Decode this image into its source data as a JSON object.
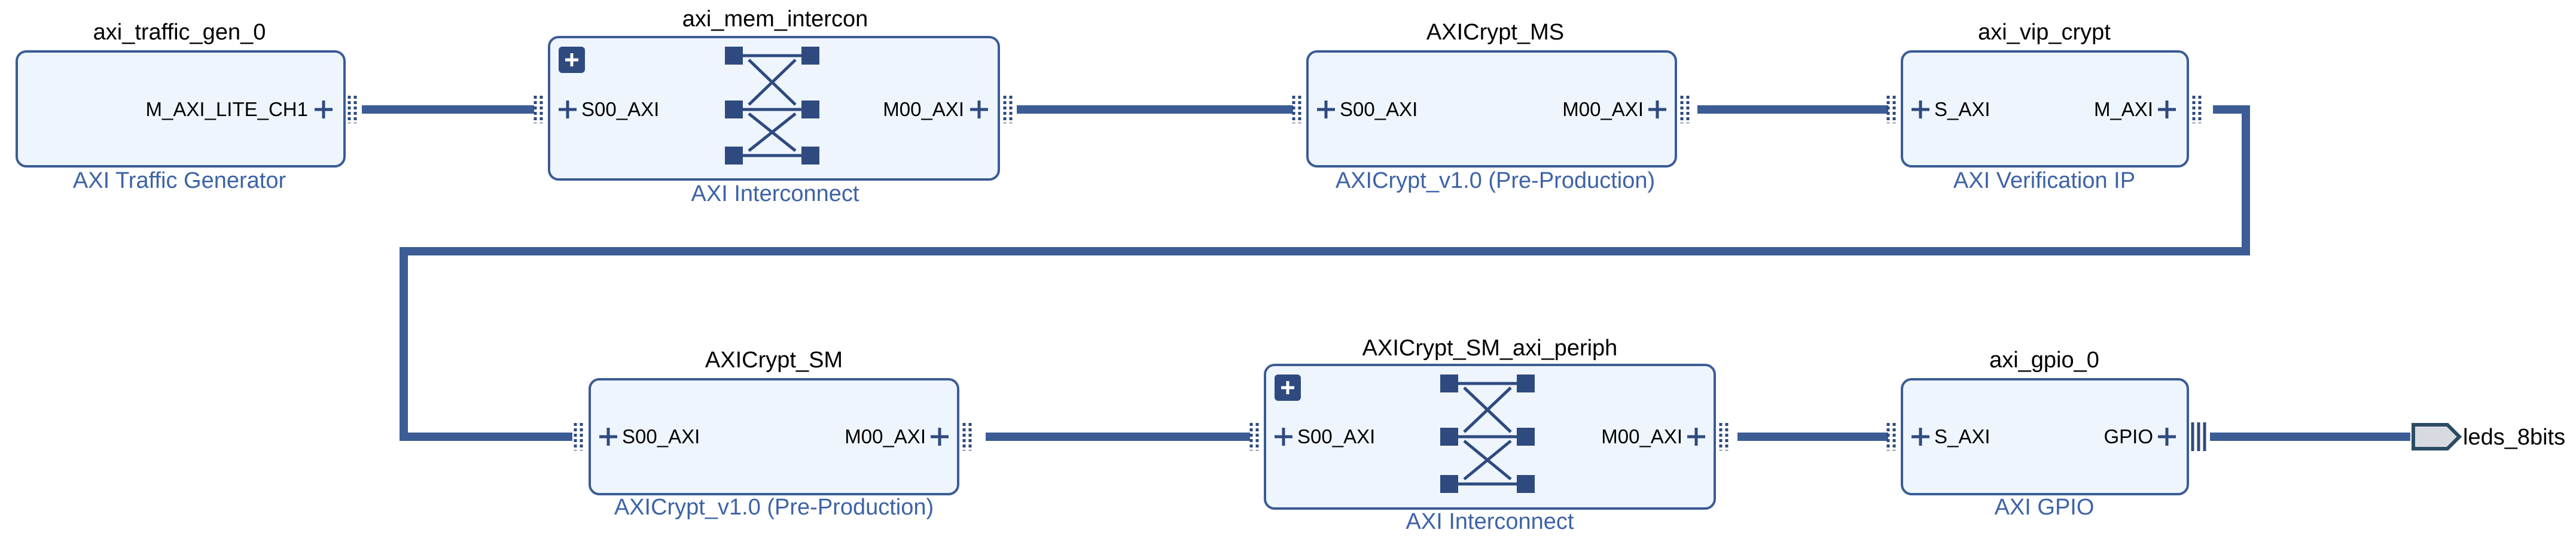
{
  "colors": {
    "wire": "#3b5c95",
    "block_fill": "#eef5fd",
    "block_border": "#3b5c95",
    "subtitle_text": "#3d63a6",
    "icon": "#2f4a7f"
  },
  "blocks": {
    "axi_traffic_gen_0": {
      "name": "axi_traffic_gen_0",
      "subtitle": "AXI Traffic Generator",
      "ports": {
        "m": "M_AXI_LITE_CH1"
      }
    },
    "axi_mem_intercon": {
      "name": "axi_mem_intercon",
      "subtitle": "AXI Interconnect",
      "ports": {
        "s": "S00_AXI",
        "m": "M00_AXI"
      }
    },
    "axicrypt_ms": {
      "name": "AXICrypt_MS",
      "subtitle": "AXICrypt_v1.0 (Pre-Production)",
      "ports": {
        "s": "S00_AXI",
        "m": "M00_AXI"
      }
    },
    "axi_vip_crypt": {
      "name": "axi_vip_crypt",
      "subtitle": "AXI Verification IP",
      "ports": {
        "s": "S_AXI",
        "m": "M_AXI"
      }
    },
    "axicrypt_sm": {
      "name": "AXICrypt_SM",
      "subtitle": "AXICrypt_v1.0 (Pre-Production)",
      "ports": {
        "s": "S00_AXI",
        "m": "M00_AXI"
      }
    },
    "axicrypt_sm_axi_periph": {
      "name": "AXICrypt_SM_axi_periph",
      "subtitle": "AXI Interconnect",
      "ports": {
        "s": "S00_AXI",
        "m": "M00_AXI"
      }
    },
    "axi_gpio_0": {
      "name": "axi_gpio_0",
      "subtitle": "AXI GPIO",
      "ports": {
        "s": "S_AXI",
        "m": "GPIO"
      }
    }
  },
  "external_port": {
    "label": "leds_8bits",
    "icon": "output-port-icon"
  },
  "icons": {
    "expand": "expand-plus-icon",
    "crossbar": "crossbar-icon",
    "bus": "bus-interface-plus-icon"
  }
}
